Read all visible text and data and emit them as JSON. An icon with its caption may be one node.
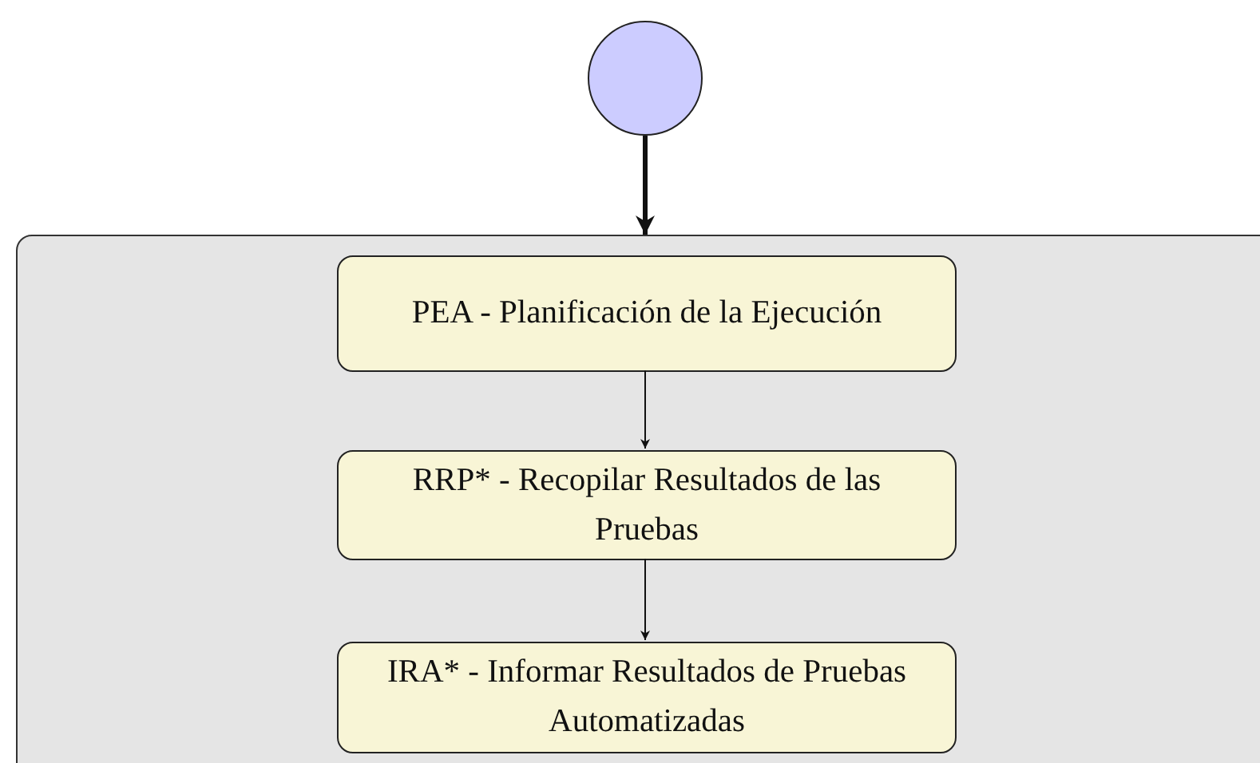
{
  "diagram": {
    "nodes": [
      {
        "text": [],
        "shape": "circle"
      },
      {
        "text": [],
        "shape": "box"
      },
      {
        "text": [
          "PEA - Planificación de la Ejecución"
        ],
        "in": 1
      },
      {
        "text": [
          "RRP* - Recopilar Resultados de las Pruebas"
        ],
        "in": 1
      },
      {
        "text": [
          "IRA* - Informar Resultados de Pruebas Automatizadas"
        ],
        "in": 1
      }
    ],
    "edges": [
      {
        "from": 0,
        "to": 1,
        "arrow": "to",
        "style": "thick"
      },
      {
        "from": 2,
        "to": 3,
        "arrow": "to"
      },
      {
        "from": 3,
        "to": 4,
        "arrow": "to"
      }
    ]
  }
}
